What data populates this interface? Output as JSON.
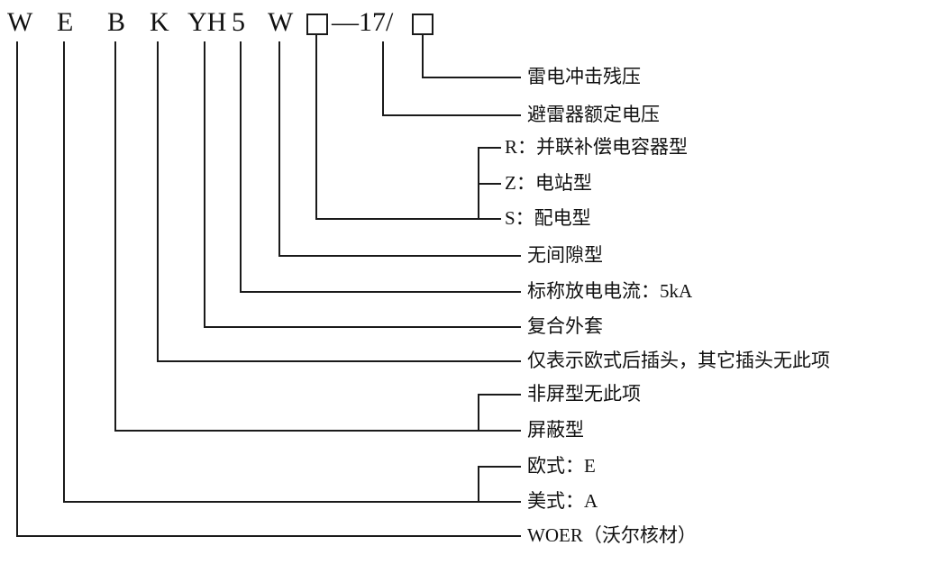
{
  "model_code": {
    "manufacturer": "W",
    "standard": "E",
    "shield": "B",
    "plug": "K",
    "housing": "YH",
    "current": "5",
    "gapless": "W",
    "rated_voltage_segment": "—17/"
  },
  "labels": {
    "residual_voltage": "雷电冲击残压",
    "rated_voltage": "避雷器额定电压",
    "type_r": "R：并联补偿电容器型",
    "type_z": "Z：电站型",
    "type_s": "S：配电型",
    "gapless": "无间隙型",
    "nominal_discharge_current": "标称放电电流：5kA",
    "composite_housing": "复合外套",
    "plug_note": "仅表示欧式后插头，其它插头无此项",
    "non_shield_note": "非屏型无此项",
    "shielded": "屏蔽型",
    "european": "欧式：E",
    "american": "美式：A",
    "manufacturer_name": "WOER（沃尔核材）"
  },
  "colors": {
    "line": "#1a1a1a",
    "text": "#111111",
    "background": "#ffffff"
  }
}
